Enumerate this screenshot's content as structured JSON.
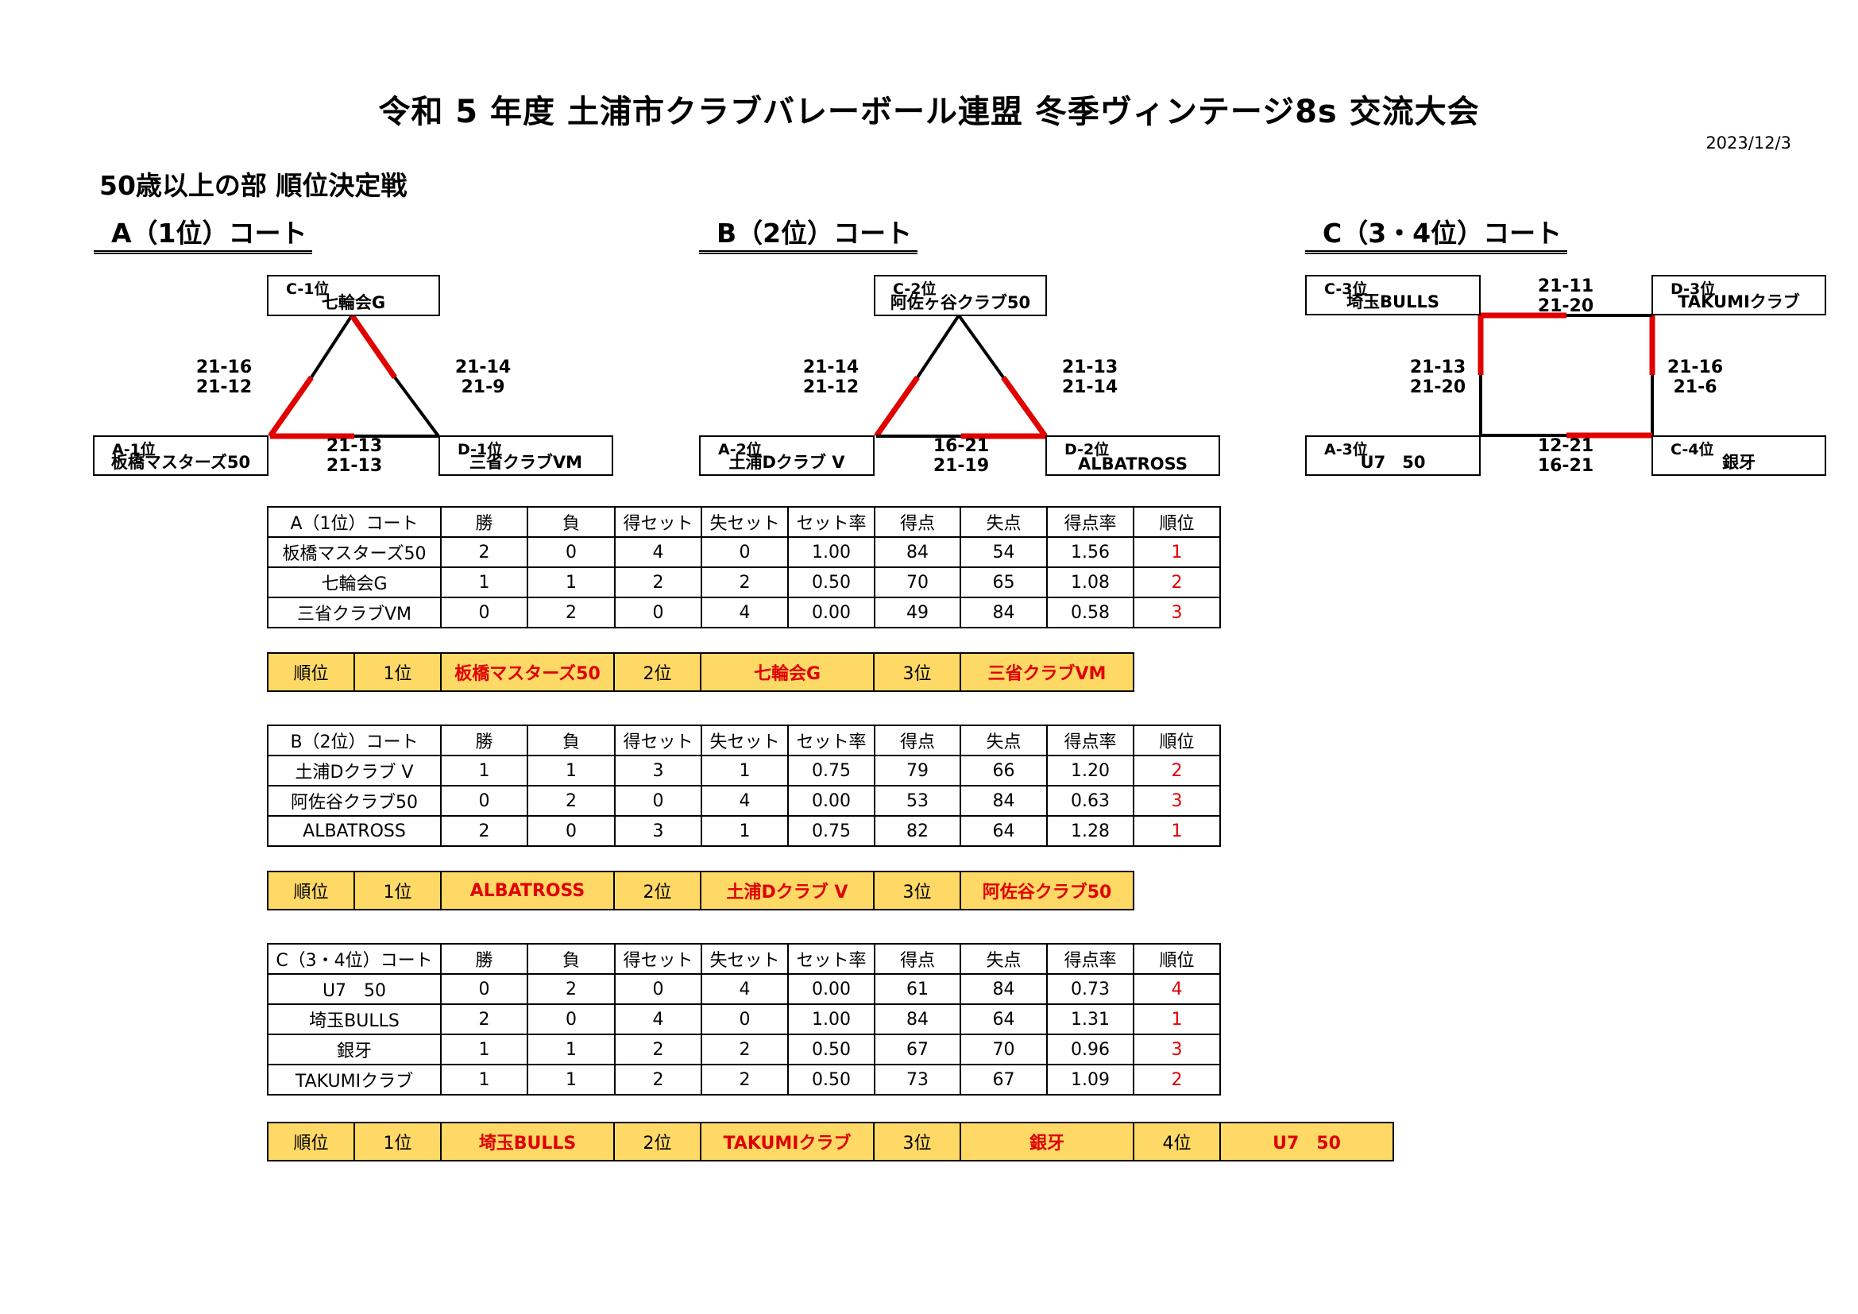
{
  "title": "令和 5 年度 土浦市クラブバレーボール連盟 冬季ヴィンテージ8s 交流大会",
  "date": "2023/12/3",
  "subtitle": "50歳以上の部 順位決定戦",
  "courts": [
    {
      "heading": "A（1位）コート",
      "top": {
        "label": "C-1位",
        "name": "七輪会G"
      },
      "left": {
        "label": "A-1位",
        "name": "板橋マスターズ50"
      },
      "right": {
        "label": "D-1位",
        "name": "三省クラブVM"
      },
      "score_left": [
        "21-16",
        "21-12"
      ],
      "score_right": [
        "21-14",
        "21-9"
      ],
      "score_bottom": [
        "21-13",
        "21-13"
      ]
    },
    {
      "heading": "B（2位）コート",
      "top": {
        "label": "C-2位",
        "name": "阿佐ヶ谷クラブ50"
      },
      "left": {
        "label": "A-2位",
        "name": "土浦Dクラブ V"
      },
      "right": {
        "label": "D-2位",
        "name": "ALBATROSS"
      },
      "score_left": [
        "21-14",
        "21-12"
      ],
      "score_right": [
        "21-13",
        "21-14"
      ],
      "score_bottom": [
        "16-21",
        "21-19"
      ]
    },
    {
      "heading": "C（3・4位）コート",
      "tl": {
        "label": "C-3位",
        "name": "埼玉BULLS"
      },
      "tr": {
        "label": "D-3位",
        "name": "TAKUMIクラブ"
      },
      "bl": {
        "label": "A-3位",
        "name": "U7　50"
      },
      "br": {
        "label": "C-4位",
        "name": "銀牙"
      },
      "score_top": [
        "21-11",
        "21-20"
      ],
      "score_left": [
        "21-13",
        "21-20"
      ],
      "score_right": [
        "21-16",
        "21-6"
      ],
      "score_bottom": [
        "12-21",
        "16-21"
      ]
    }
  ],
  "columns": [
    "勝",
    "負",
    "得セット",
    "失セット",
    "セット率",
    "得点",
    "失点",
    "得点率",
    "順位"
  ],
  "standings": [
    {
      "heading": "A（1位）コート",
      "rows": [
        [
          "板橋マスターズ50",
          "2",
          "0",
          "4",
          "0",
          "1.00",
          "84",
          "54",
          "1.56",
          "1"
        ],
        [
          "七輪会G",
          "1",
          "1",
          "2",
          "2",
          "0.50",
          "70",
          "65",
          "1.08",
          "2"
        ],
        [
          "三省クラブVM",
          "0",
          "2",
          "0",
          "4",
          "0.00",
          "49",
          "84",
          "0.58",
          "3"
        ]
      ]
    },
    {
      "heading": "B（2位）コート",
      "rows": [
        [
          "土浦Dクラブ V",
          "1",
          "1",
          "3",
          "1",
          "0.75",
          "79",
          "66",
          "1.20",
          "2"
        ],
        [
          "阿佐谷クラブ50",
          "0",
          "2",
          "0",
          "4",
          "0.00",
          "53",
          "84",
          "0.63",
          "3"
        ],
        [
          "ALBATROSS",
          "2",
          "0",
          "3",
          "1",
          "0.75",
          "82",
          "64",
          "1.28",
          "1"
        ]
      ]
    },
    {
      "heading": "C（3・4位）コート",
      "rows": [
        [
          "U7　50",
          "0",
          "2",
          "0",
          "4",
          "0.00",
          "61",
          "84",
          "0.73",
          "4"
        ],
        [
          "埼玉BULLS",
          "2",
          "0",
          "4",
          "0",
          "1.00",
          "84",
          "64",
          "1.31",
          "1"
        ],
        [
          "銀牙",
          "1",
          "1",
          "2",
          "2",
          "0.50",
          "67",
          "70",
          "0.96",
          "3"
        ],
        [
          "TAKUMIクラブ",
          "1",
          "1",
          "2",
          "2",
          "0.50",
          "73",
          "67",
          "1.09",
          "2"
        ]
      ]
    }
  ],
  "rankings": [
    {
      "label": "順位",
      "places": [
        [
          "1位",
          "板橋マスターズ50"
        ],
        [
          "2位",
          "七輪会G"
        ],
        [
          "3位",
          "三省クラブVM"
        ]
      ]
    },
    {
      "label": "順位",
      "places": [
        [
          "1位",
          "ALBATROSS"
        ],
        [
          "2位",
          "土浦Dクラブ V"
        ],
        [
          "3位",
          "阿佐谷クラブ50"
        ]
      ]
    },
    {
      "label": "順位",
      "places": [
        [
          "1位",
          "埼玉BULLS"
        ],
        [
          "2位",
          "TAKUMIクラブ"
        ],
        [
          "3位",
          "銀牙"
        ],
        [
          "4位",
          "U7　50"
        ]
      ]
    }
  ],
  "colors": {
    "win_line": "#e00000",
    "rank_bg": "#ffd966",
    "rank_text": "#e00000"
  }
}
